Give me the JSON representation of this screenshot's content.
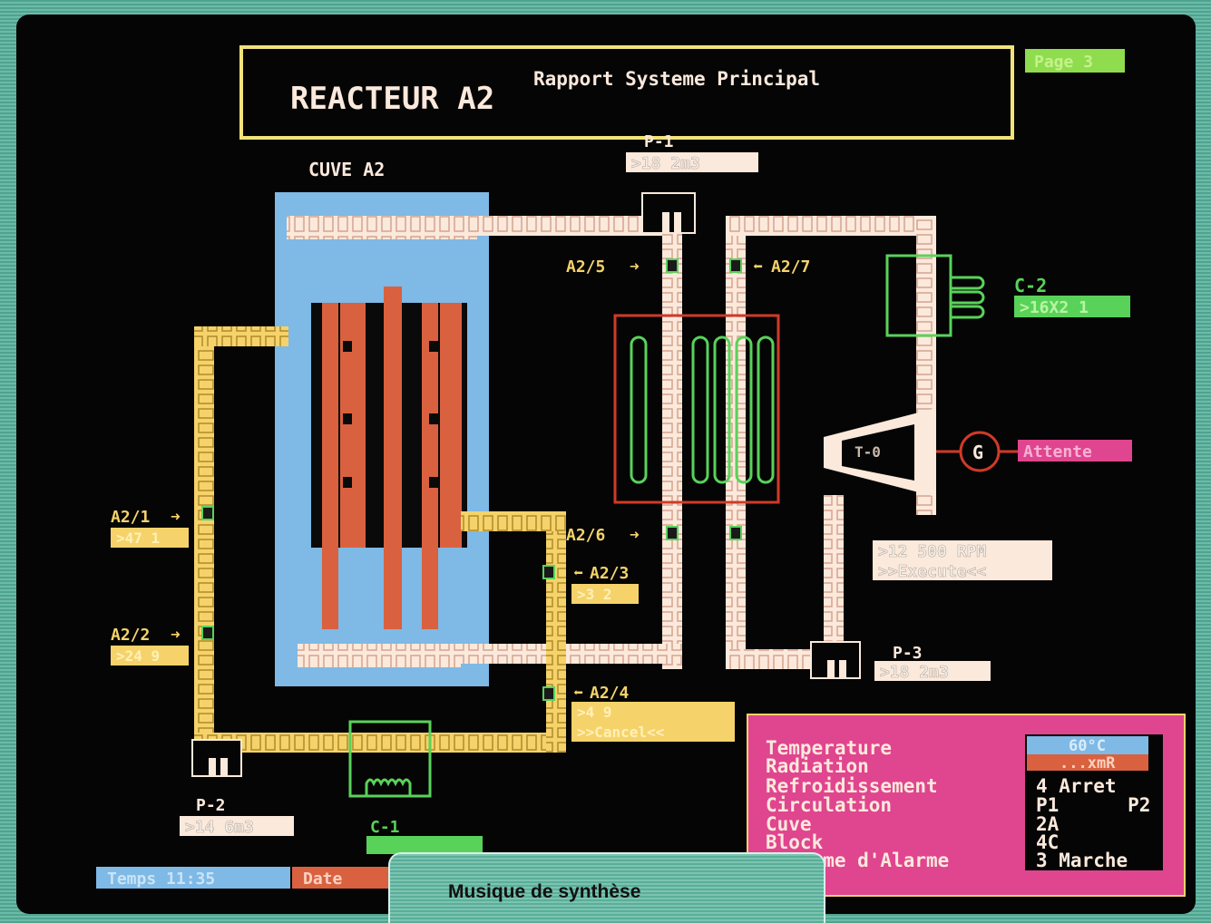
{
  "header": {
    "reactor_title": "REACTEUR A2",
    "subtitle": "Rapport Systeme Principal",
    "page_badge": "Page 3"
  },
  "vessel": {
    "label": "CUVE  A2"
  },
  "pumps": {
    "p1": {
      "label": "P-1",
      "value": ">18 2m3"
    },
    "p2": {
      "label": "P-2",
      "value": ">14 6m3"
    },
    "p3": {
      "label": "P-3",
      "value": ">18 2m3"
    }
  },
  "condensers": {
    "c1": {
      "label": "C-1"
    },
    "c2": {
      "label": "C-2",
      "value": ">16X2 1"
    }
  },
  "valves": {
    "a2_1": {
      "label": "A2/1",
      "value": ">47 1"
    },
    "a2_2": {
      "label": "A2/2",
      "value": ">24 9"
    },
    "a2_3": {
      "label": "A2/3",
      "value": ">3 2"
    },
    "a2_4": {
      "label": "A2/4",
      "value": ">4 9",
      "action": ">>Cancel<<"
    },
    "a2_5": {
      "label": "A2/5"
    },
    "a2_6": {
      "label": "A2/6"
    },
    "a2_7": {
      "label": "A2/7"
    }
  },
  "turbine": {
    "label": "T-0",
    "generator": "G",
    "generator_status": "Attente",
    "rpm": ">12 500 RPM",
    "action": ">>Execute<<"
  },
  "status_panel": {
    "labels": [
      "Temperature",
      "Radiation",
      "Refroidissement",
      "Circulation",
      "Cuve",
      "Block",
      "Systeme d'Alarme"
    ],
    "temperature": "60°C",
    "radiation": "...xmR",
    "values": [
      "4 Arret",
      "P1      P2",
      "2A",
      "4C",
      "3 Marche"
    ]
  },
  "footer": {
    "time": "Temps 11:35",
    "date": "Date"
  },
  "caption": "Musique de synthèse",
  "colors": {
    "yellow": "#f5d36a",
    "pipe_white": "#fbe9dc",
    "pipe_pink": "#f2b7a0",
    "green": "#59d25a",
    "blue": "#7fb9e6",
    "rust": "#d9613f",
    "red": "#d03a28",
    "magenta": "#e0458f",
    "title_border": "#f1e37a"
  }
}
